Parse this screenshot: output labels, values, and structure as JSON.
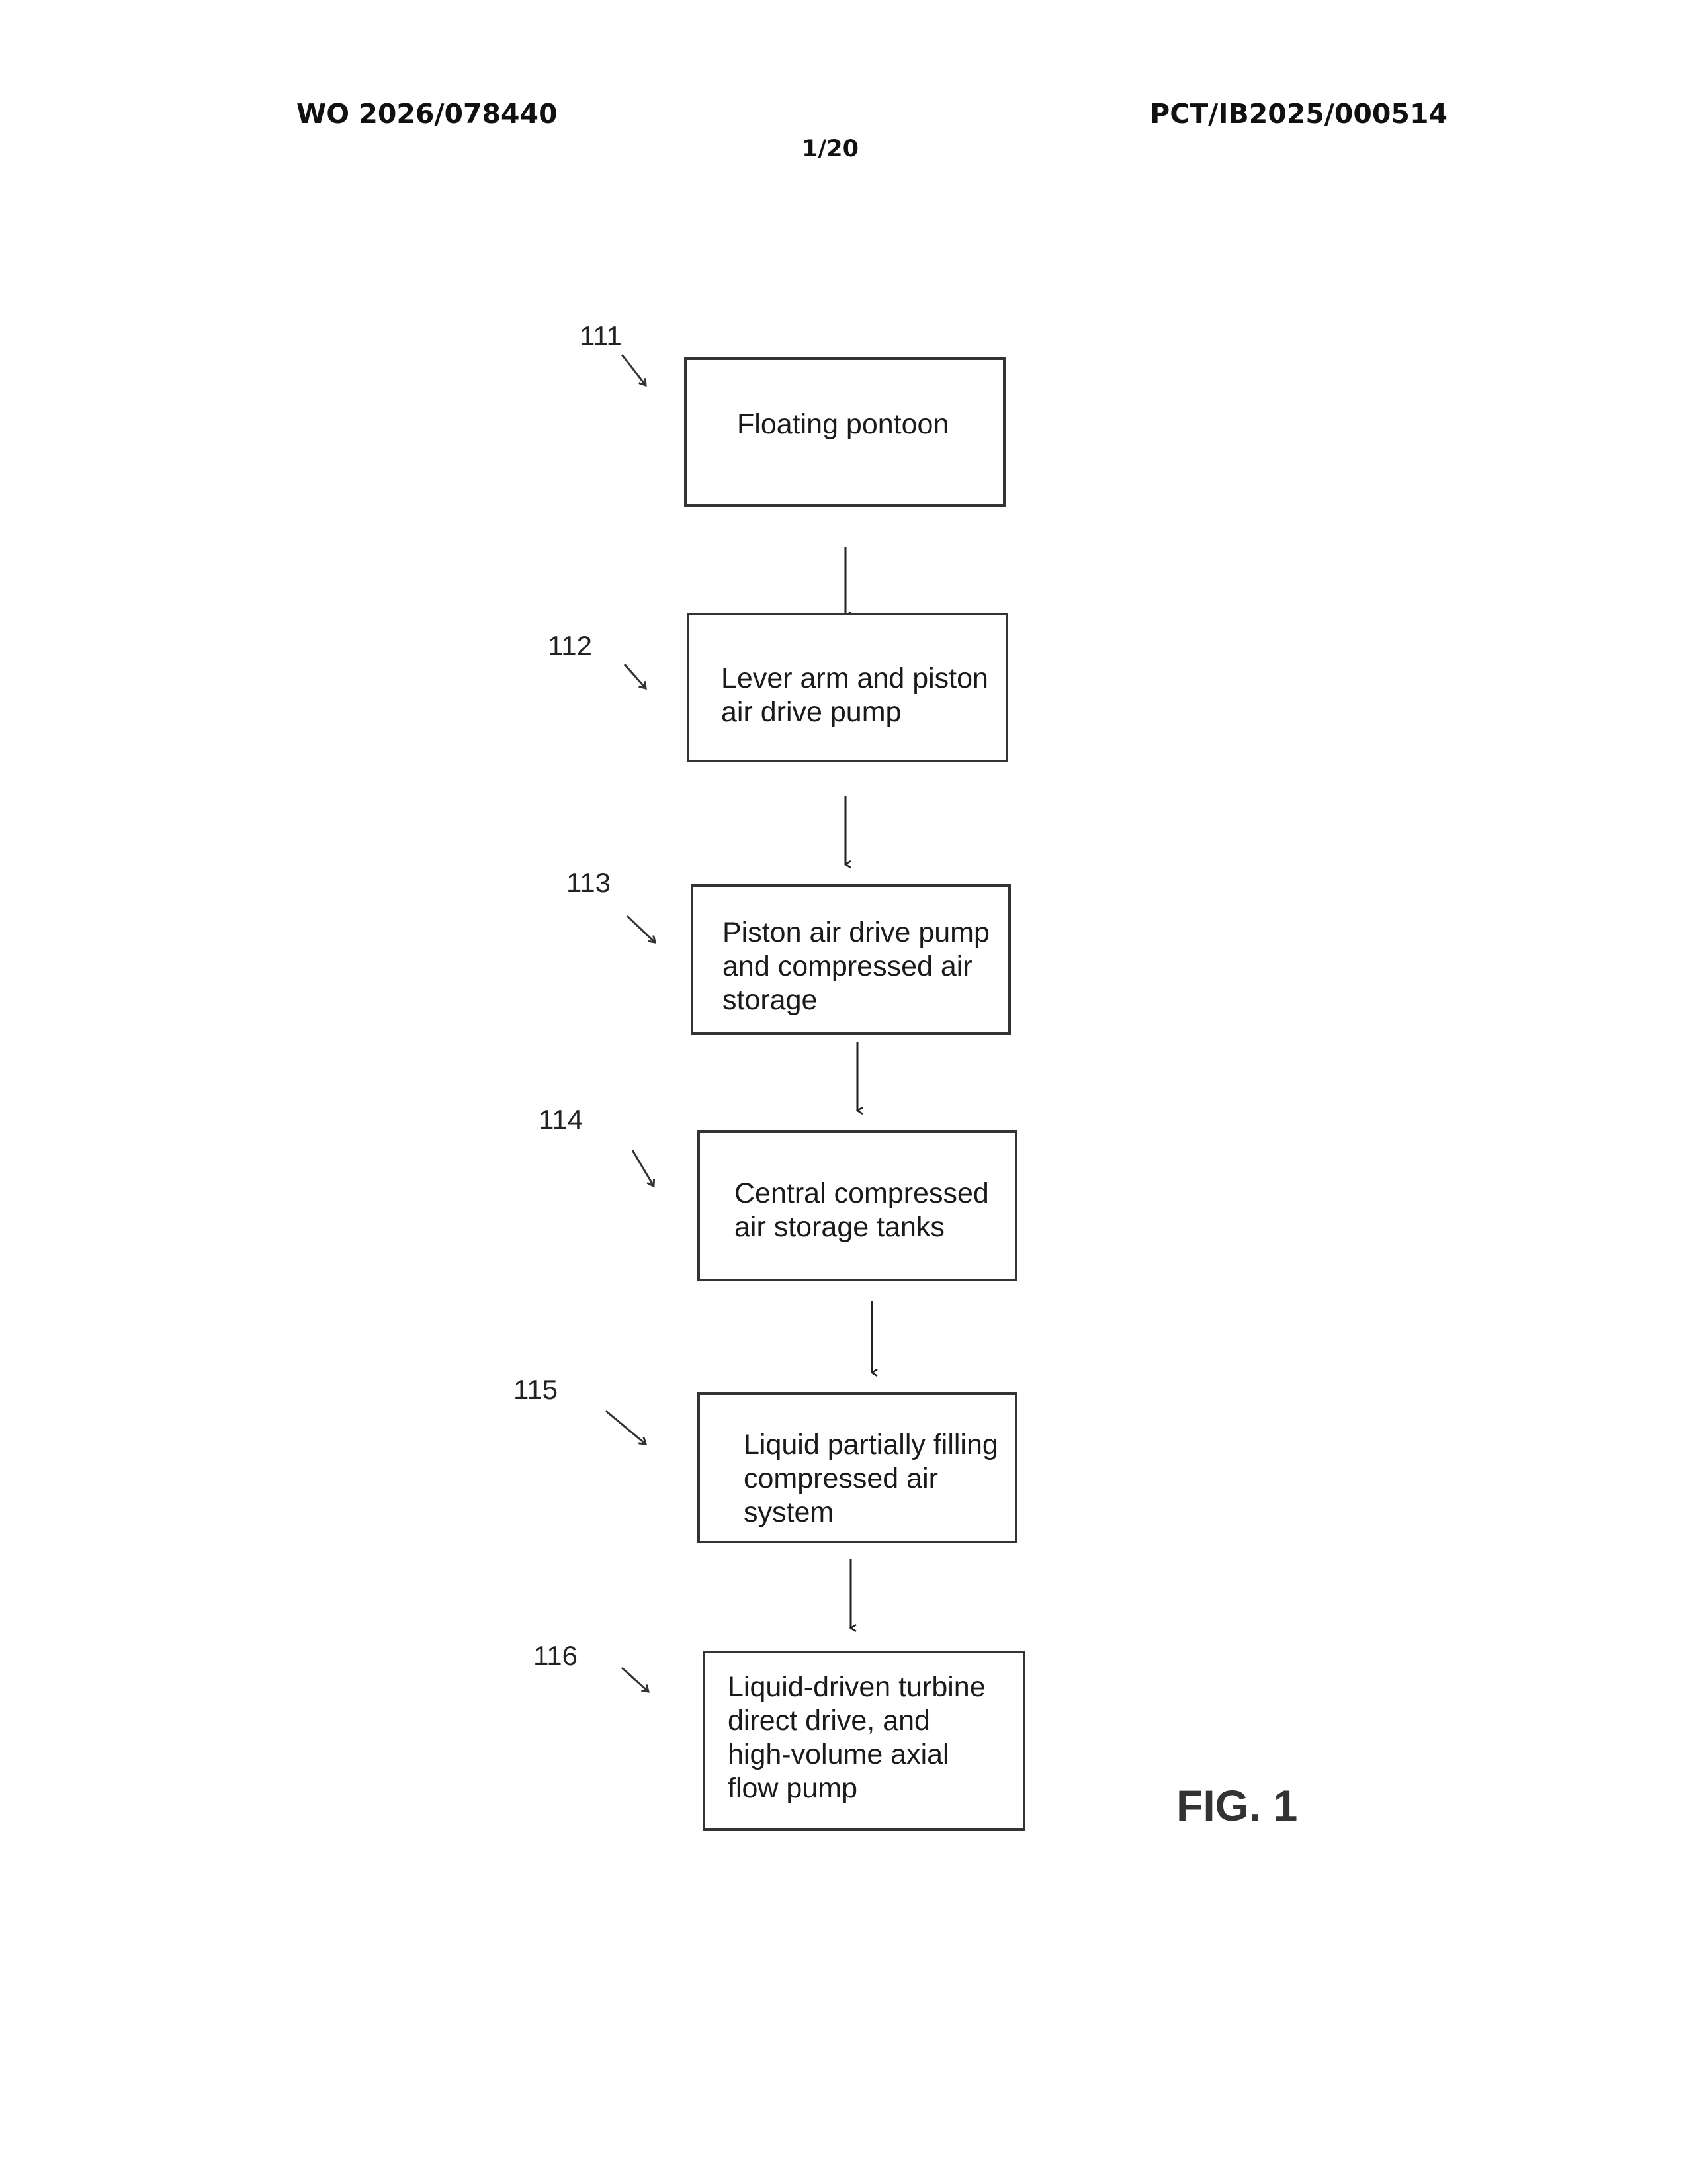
{
  "header": {
    "publication_number": "WO 2026/078440",
    "application_number": "PCT/IB2025/000514",
    "sheet": "1/20"
  },
  "figure": {
    "label": "FIG. 1",
    "steps": [
      {
        "ref": "111",
        "lines": [
          "Floating pontoon"
        ]
      },
      {
        "ref": "112",
        "lines": [
          "Lever arm and piston",
          "air drive pump"
        ]
      },
      {
        "ref": "113",
        "lines": [
          "Piston air drive pump",
          "and compressed air",
          "storage"
        ]
      },
      {
        "ref": "114",
        "lines": [
          "Central compressed",
          "air storage tanks"
        ]
      },
      {
        "ref": "115",
        "lines": [
          "Liquid partially filling",
          "compressed air",
          "system"
        ]
      },
      {
        "ref": "116",
        "lines": [
          "Liquid-driven turbine",
          "direct drive, and",
          "high-volume axial",
          "flow pump"
        ]
      }
    ]
  }
}
